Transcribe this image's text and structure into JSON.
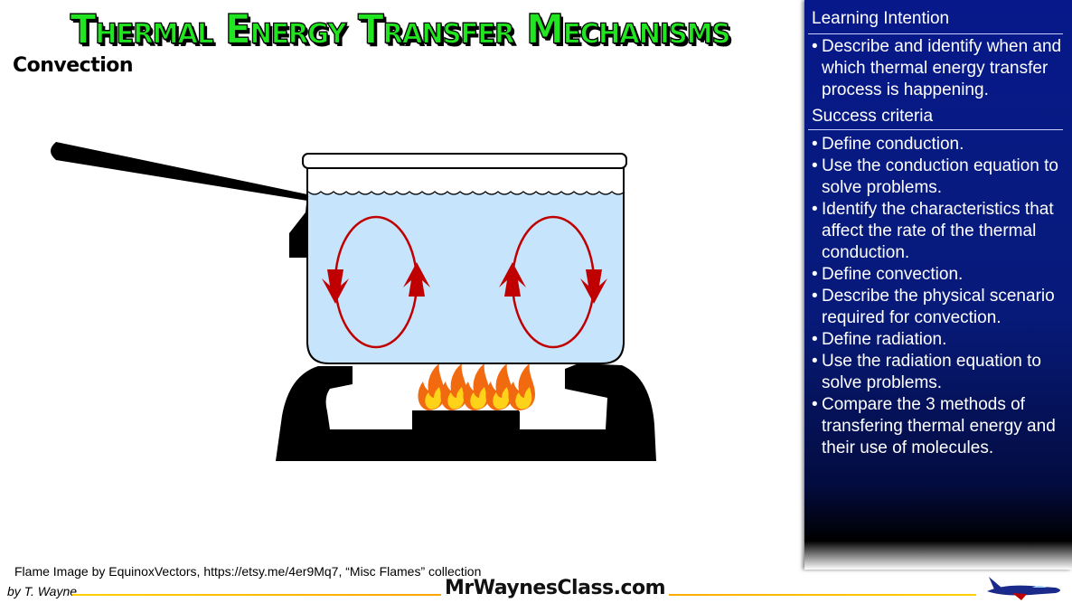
{
  "slide": {
    "title": "Thermal Energy Transfer Mechanisms",
    "subtitle": "Convection"
  },
  "panel": {
    "learning_heading": "Learning Intention",
    "learning_items": [
      "Describe and identify when and which thermal energy transfer process is happening."
    ],
    "success_heading": "Success criteria",
    "success_items": [
      "Define conduction.",
      "Use the conduction equation to solve problems.",
      "Identify the characteristics that affect the rate of the thermal conduction.",
      "Define convection.",
      "Describe the physical scenario required for convection.",
      "Define radiation.",
      "Use the radiation equation to solve problems.",
      "Compare the 3 methods of transfering thermal energy and their use of molecules."
    ]
  },
  "footer": {
    "credit": "Flame Image by EquinoxVectors, https://etsy.me/4er9Mq7, “Misc Flames” collection",
    "author": "by T. Wayne",
    "site": "MrWaynesClass.com"
  },
  "colors": {
    "title_green": "#22e522",
    "panel_blue": "#07198a",
    "water_blue": "#c6e4fb",
    "arrow_red": "#c00000",
    "flame_orange": "#f26a10"
  },
  "icons": {
    "logo": "rocket-icon"
  }
}
